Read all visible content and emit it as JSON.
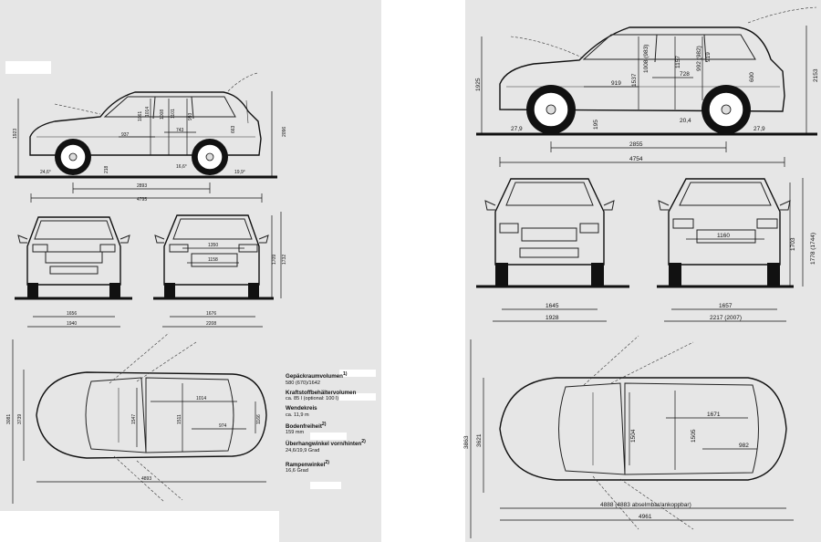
{
  "left": {
    "side": {
      "d_2893": "2893",
      "d_4795": "4795",
      "h_1923": "1923",
      "h_2096": "2096",
      "in_937": "937",
      "in_743": "743",
      "in_993": "993",
      "in_1014": "1014",
      "in_1101": "1101",
      "in_1061": "1061",
      "in_1008": "1008",
      "in_663": "663",
      "a_246": "24,6°",
      "a_199": "19,9°",
      "a_166": "16,6°",
      "d_218": "218"
    },
    "front": {
      "d_1656": "1656",
      "d_1940": "1940"
    },
    "rear": {
      "d_1350": "1350",
      "d_1158": "1158",
      "d_1676": "1676",
      "d_2208": "2208",
      "h_1709": "1709",
      "h_1732": "1732"
    },
    "top": {
      "h_3081": "3081",
      "h_3739": "3739",
      "in_1547": "1547",
      "in_1511": "1511",
      "in_1014": "1014",
      "in_974": "974",
      "in_1166": "1166",
      "d_4893": "4893"
    },
    "specs": [
      {
        "heading": "Gepäckraumvolumen",
        "sup": "1)",
        "value": "580 (670)/1642"
      },
      {
        "heading": "Kraftstoffbehältervolumen",
        "sup": "",
        "value": "ca. 85 l (optional: 100 l)"
      },
      {
        "heading": "Wendekreis",
        "sup": "",
        "value": "ca. 11,9 m"
      },
      {
        "heading": "Bodenfreiheit",
        "sup": "2)",
        "value": "159 mm"
      },
      {
        "heading": "Überhangwinkel vorn/hinten",
        "sup": "2)",
        "value": "24,6/19,9 Grad"
      },
      {
        "heading": "Rampenwinkel",
        "sup": "2)",
        "value": "16,6 Grad"
      }
    ]
  },
  "right": {
    "side": {
      "h_1925": "1925",
      "h_2153": "2153",
      "in_919": "919",
      "in_728": "728",
      "in_1537": "1537",
      "in_1008": "1008 (983)",
      "in_1157": "1157",
      "in_992": "992 (982)",
      "in_919b": "919",
      "in_600": "600",
      "in_195": "195",
      "a_279a": "27,9",
      "a_204": "20,4",
      "a_279b": "27,9",
      "d_2855": "2855",
      "d_4754": "4754"
    },
    "front": {
      "d_1645": "1645",
      "d_1928": "1928"
    },
    "rear": {
      "in_1160": "1160",
      "h_1703": "1703",
      "h_1778": "1778 (1744)",
      "d_1657": "1657",
      "d_2217": "2217 (2007)"
    },
    "top": {
      "h_3863": "3863",
      "h_3621": "3621",
      "in_1504": "1504",
      "in_1505": "1505",
      "in_1671": "1671",
      "in_982": "982",
      "d_4888": "4888 (4883 abselmbar/ankoppbar)",
      "d_4961": "4961"
    }
  }
}
